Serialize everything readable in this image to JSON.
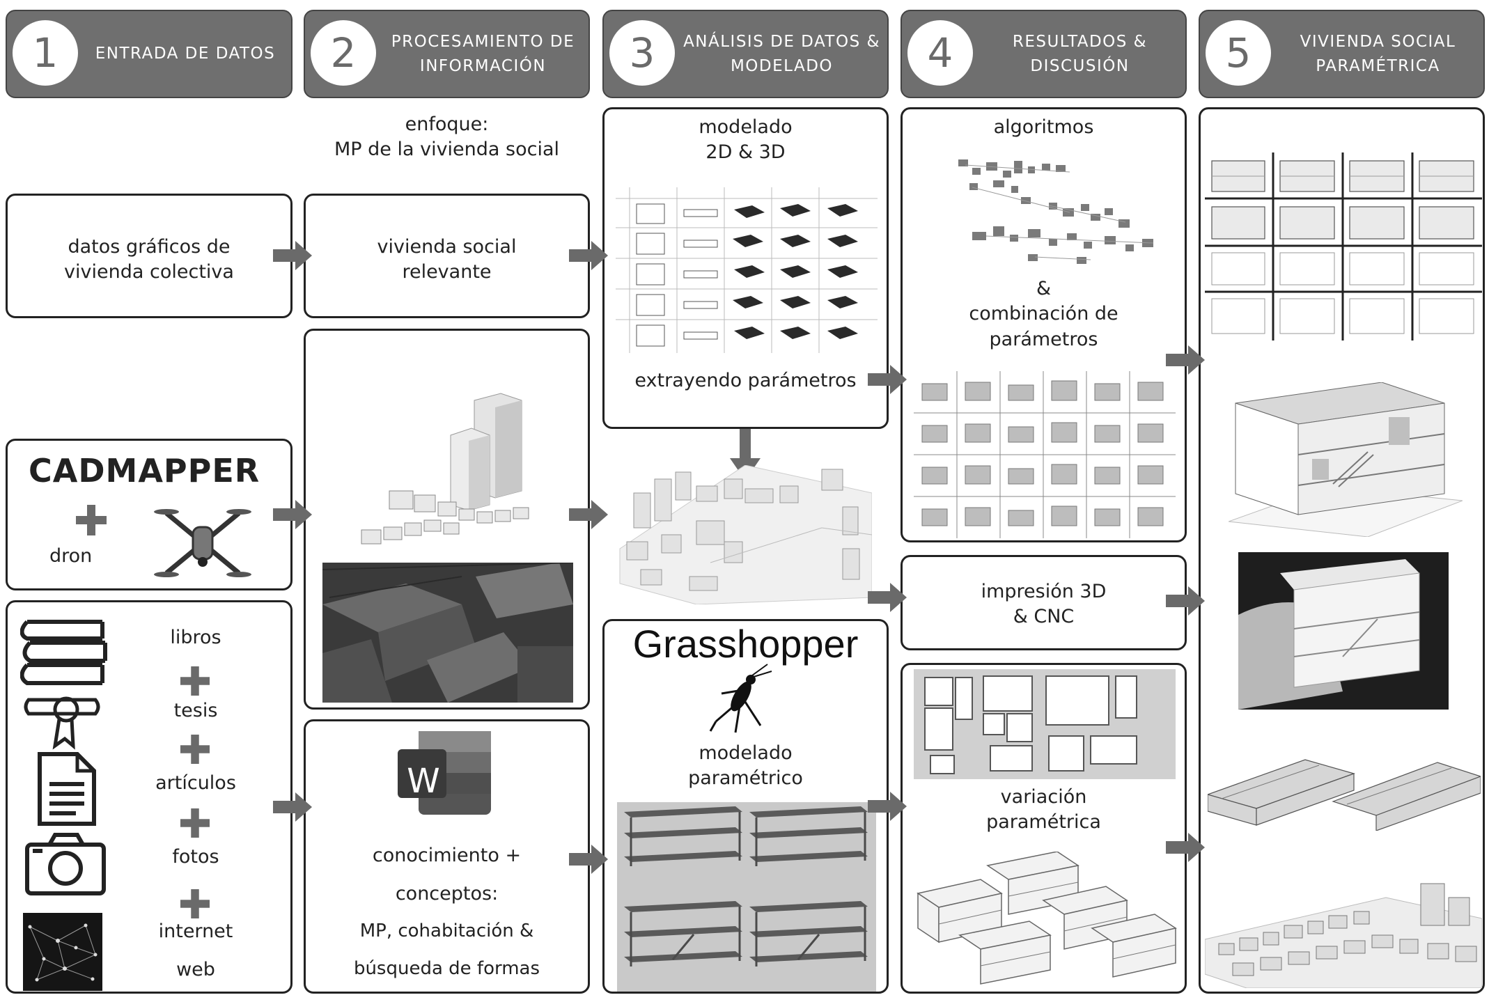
{
  "steps": [
    {
      "num": "1",
      "title": "ENTRADA DE DATOS"
    },
    {
      "num": "2",
      "title": "PROCESAMIENTO DE\nINFORMACIÓN"
    },
    {
      "num": "3",
      "title": "ANÁLISIS DE DATOS &\nMODELADO"
    },
    {
      "num": "4",
      "title": "RESULTADOS &\nDISCUSIÓN"
    },
    {
      "num": "5",
      "title": "VIVIENDA SOCIAL\nPARAMÉTRICA"
    }
  ],
  "col1": {
    "graphic_data": "datos gráficos de\nvivienda colectiva",
    "cadmapper_logo": "CADMAPPER",
    "drone_label": "dron",
    "sources": [
      "libros",
      "tesis",
      "artículos",
      "fotos",
      "internet",
      "web"
    ]
  },
  "col2": {
    "focus": "enfoque:\nMP de la vivienda social",
    "relevant_housing": "vivienda social\nrelevante",
    "knowledge_1": "conocimiento +",
    "knowledge_2": "conceptos:",
    "knowledge_3": "MP, cohabitación &",
    "knowledge_4": "búsqueda de formas",
    "word_letter": "W"
  },
  "col3": {
    "modeling": "modelado\n2D & 3D",
    "extracting": "extrayendo parámetros",
    "grasshopper": "Grasshopper",
    "parametric_modeling": "modelado\nparamétrico"
  },
  "col4": {
    "algorithms": "algoritmos",
    "combination": "&\ncombinación de\nparámetros",
    "printing": "impresión 3D\n& CNC",
    "variation": "variación\nparamétrica"
  },
  "colors": {
    "header_bg": "#6f6f6f",
    "arrow": "#6a6a6a",
    "border": "#222222"
  }
}
